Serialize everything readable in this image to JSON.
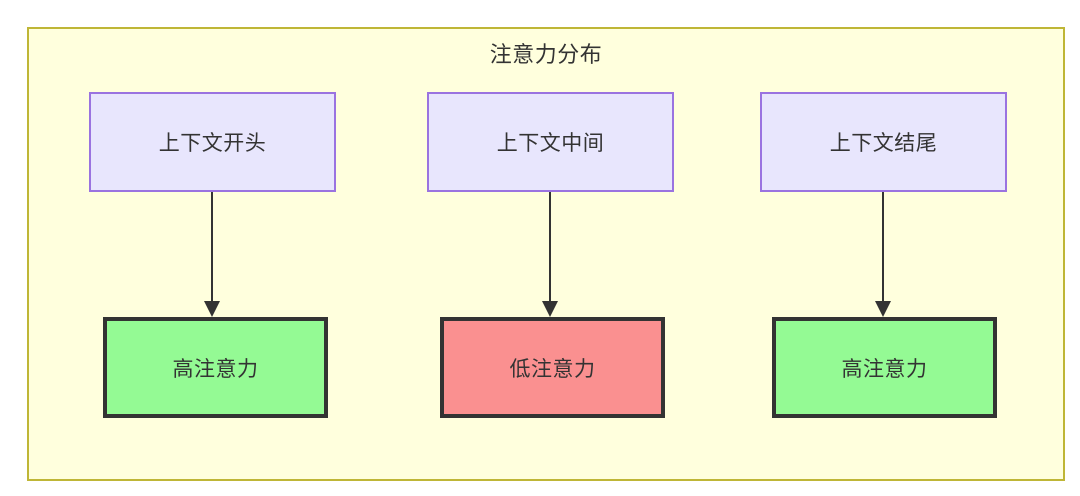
{
  "diagram": {
    "title": "注意力分布",
    "background_color": "#ffffdd",
    "border_color": "#bfb636",
    "top_nodes": [
      {
        "id": "context-start",
        "label": "上下文开头",
        "fill": "#e8e6fd",
        "stroke": "#9a73e0"
      },
      {
        "id": "context-middle",
        "label": "上下文中间",
        "fill": "#e8e6fd",
        "stroke": "#9a73e0"
      },
      {
        "id": "context-end",
        "label": "上下文结尾",
        "fill": "#e8e6fd",
        "stroke": "#9a73e0"
      }
    ],
    "bottom_nodes": [
      {
        "id": "high-attention-start",
        "label": "高注意力",
        "fill": "#94fa94",
        "stroke": "#333333"
      },
      {
        "id": "low-attention-middle",
        "label": "低注意力",
        "fill": "#fa9090",
        "stroke": "#333333"
      },
      {
        "id": "high-attention-end",
        "label": "高注意力",
        "fill": "#94fa94",
        "stroke": "#333333"
      }
    ],
    "edges": [
      {
        "from": "context-start",
        "to": "high-attention-start",
        "label": ""
      },
      {
        "from": "context-middle",
        "to": "low-attention-middle",
        "label": ""
      },
      {
        "from": "context-end",
        "to": "high-attention-end",
        "label": ""
      }
    ]
  }
}
